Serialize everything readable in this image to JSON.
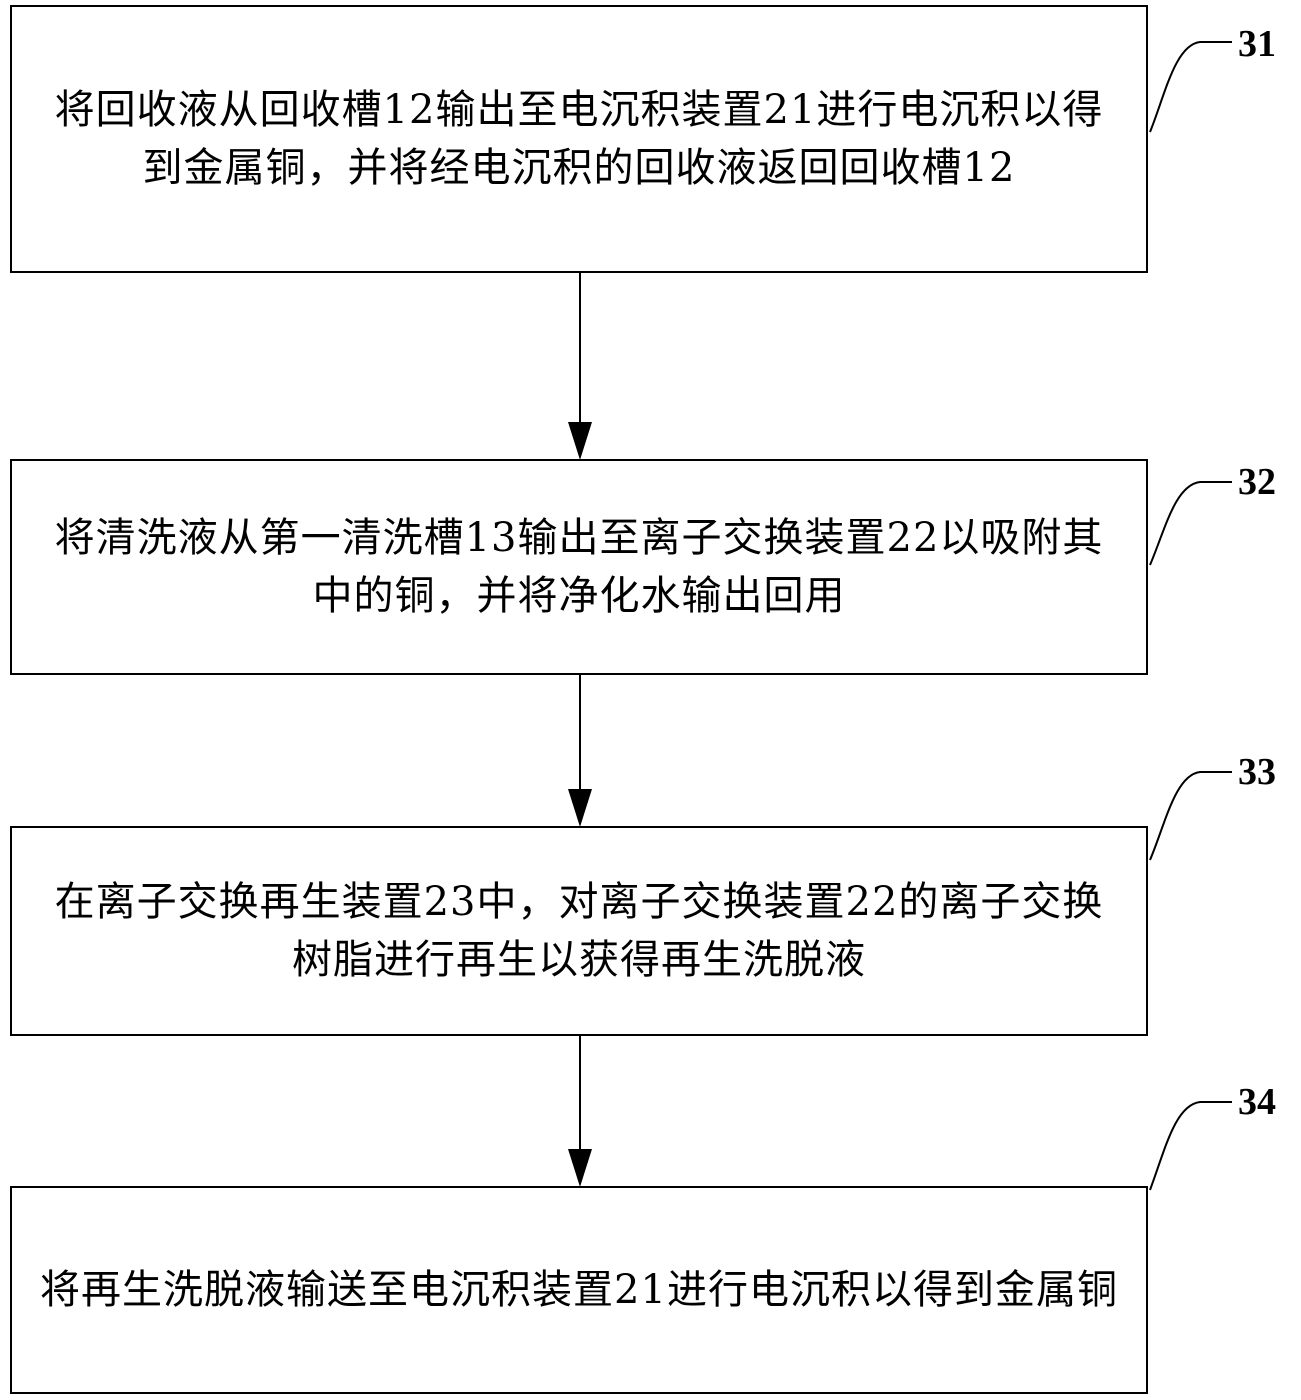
{
  "steps": [
    {
      "id": "31",
      "text": "将回收液从回收槽12输出至电沉积装置21进行电沉积以得到金属铜，并将经电沉积的回收液返回回收槽12"
    },
    {
      "id": "32",
      "text": "将清洗液从第一清洗槽13输出至离子交换装置22以吸附其中的铜，并将净化水输出回用"
    },
    {
      "id": "33",
      "text": "在离子交换再生装置23中，对离子交换装置22的离子交换树脂进行再生以获得再生洗脱液"
    },
    {
      "id": "34",
      "text": "将再生洗脱液输送至电沉积装置21进行电沉积以得到金属铜"
    }
  ]
}
